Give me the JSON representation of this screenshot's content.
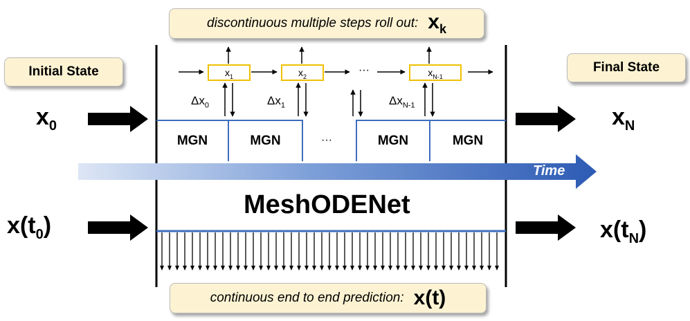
{
  "top_callout": {
    "text": "discontinuous multiple steps roll out:",
    "var_main": "x",
    "var_sub": "k"
  },
  "bottom_callout": {
    "text": "continuous end to end prediction:",
    "var": "x(t)"
  },
  "initial_state": "Initial State",
  "final_state": "Final State",
  "inputs": {
    "x0_main": "x",
    "x0_sub": "0",
    "xt0_pre": "x(t",
    "xt0_sub": "0",
    "xt0_post": ")"
  },
  "outputs": {
    "xN_main": "x",
    "xN_sub": "N",
    "xtN_pre": "x(t",
    "xtN_sub": "N",
    "xtN_post": ")"
  },
  "mgn_label": "MGN",
  "ellipsis": "···",
  "states": [
    {
      "main": "x",
      "sub": "1"
    },
    {
      "main": "x",
      "sub": "2"
    },
    {
      "main": "x",
      "sub": "N-1"
    }
  ],
  "deltas": [
    {
      "main": "Δx",
      "sub": "0"
    },
    {
      "main": "Δx",
      "sub": "1"
    },
    {
      "main": "Δx",
      "sub": "N-1"
    }
  ],
  "time_label": "Time",
  "model_title": "MeshODENet",
  "colors": {
    "accent_blue": "#3c6dbd",
    "box_yellow": "#f0c000",
    "callout_fill": "#fdf3d3"
  }
}
